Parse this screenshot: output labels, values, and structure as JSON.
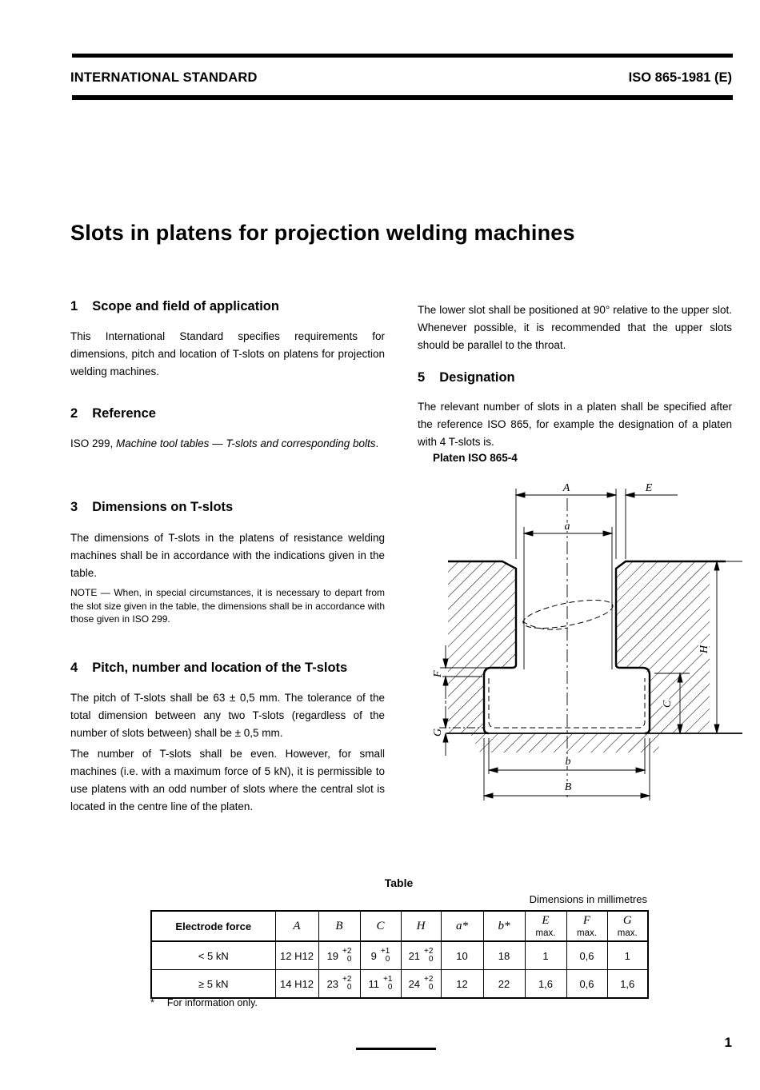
{
  "header": {
    "left": "INTERNATIONAL STANDARD",
    "right": "ISO 865-1981 (E)"
  },
  "title": "Slots in platens for projection welding machines",
  "sections": {
    "s1": {
      "num": "1",
      "title": "Scope and field of application",
      "body": "This International Standard specifies requirements for dimensions, pitch and location of T-slots on platens for projection welding machines."
    },
    "s2": {
      "num": "2",
      "title": "Reference",
      "ref_prefix": "ISO 299, ",
      "ref_italic": "Machine tool tables — T-slots and corresponding bolts",
      "ref_suffix": "."
    },
    "s3": {
      "num": "3",
      "title": "Dimensions on T-slots",
      "body": "The dimensions of T-slots in the platens of resistance welding machines shall be in accordance with the indications given in the table.",
      "note": "NOTE — When, in special circumstances, it is necessary to depart from the slot size given in the table, the dimensions shall be in accordance with those given in ISO 299."
    },
    "s4": {
      "num": "4",
      "title": "Pitch, number and location of the T-slots",
      "p1": "The pitch of T-slots shall be 63 ± 0,5 mm. The tolerance of the total dimension between any two T-slots (regardless of the number of slots between) shall be ± 0,5 mm.",
      "p2": "The number of T-slots shall be even. However, for small machines (i.e. with a maximum force of 5 kN), it is permissible to use platens with an odd number of slots where the central slot is located in the centre line of the platen."
    },
    "s5": {
      "num": "5",
      "title": "Designation",
      "intro": "The lower slot shall be positioned at 90° relative to the upper slot. Whenever possible, it is recommended that the upper slots should be parallel to the throat.",
      "body": "The relevant number of slots in a platen shall be specified after the reference ISO 865, for example the designation of a platen with 4 T-slots is."
    }
  },
  "figure": {
    "caption": "Platen ISO 865-4",
    "labels": {
      "A": "A",
      "E": "E",
      "a": "a",
      "H": "H",
      "C": "C",
      "F": "F",
      "G": "G",
      "b": "b",
      "B": "B"
    }
  },
  "table": {
    "title": "Table",
    "units": "Dimensions in millimetres",
    "headers": {
      "force": "Electrode force",
      "A": "A",
      "B": "B",
      "C": "C",
      "H": "H",
      "a": "a*",
      "b": "b*",
      "E": "E",
      "F": "F",
      "G": "G",
      "max": "max."
    },
    "rows": [
      {
        "force": "< 5 kN",
        "A": "12 H12",
        "Bv": "19",
        "Bup": "+2",
        "Bdn": "0",
        "Cv": "9",
        "Cup": "+1",
        "Cdn": "0",
        "Hv": "21",
        "Hup": "+2",
        "Hdn": "0",
        "a": "10",
        "b": "18",
        "E": "1",
        "F": "0,6",
        "G": "1"
      },
      {
        "force": "≥ 5 kN",
        "A": "14 H12",
        "Bv": "23",
        "Bup": "+2",
        "Bdn": "0",
        "Cv": "11",
        "Cup": "+1",
        "Cdn": "0",
        "Hv": "24",
        "Hup": "+2",
        "Hdn": "0",
        "a": "12",
        "b": "22",
        "E": "1,6",
        "F": "0,6",
        "G": "1,6"
      }
    ],
    "footnote_marker": "*",
    "footnote": "For information only."
  },
  "footer": {
    "page_number": "1"
  }
}
